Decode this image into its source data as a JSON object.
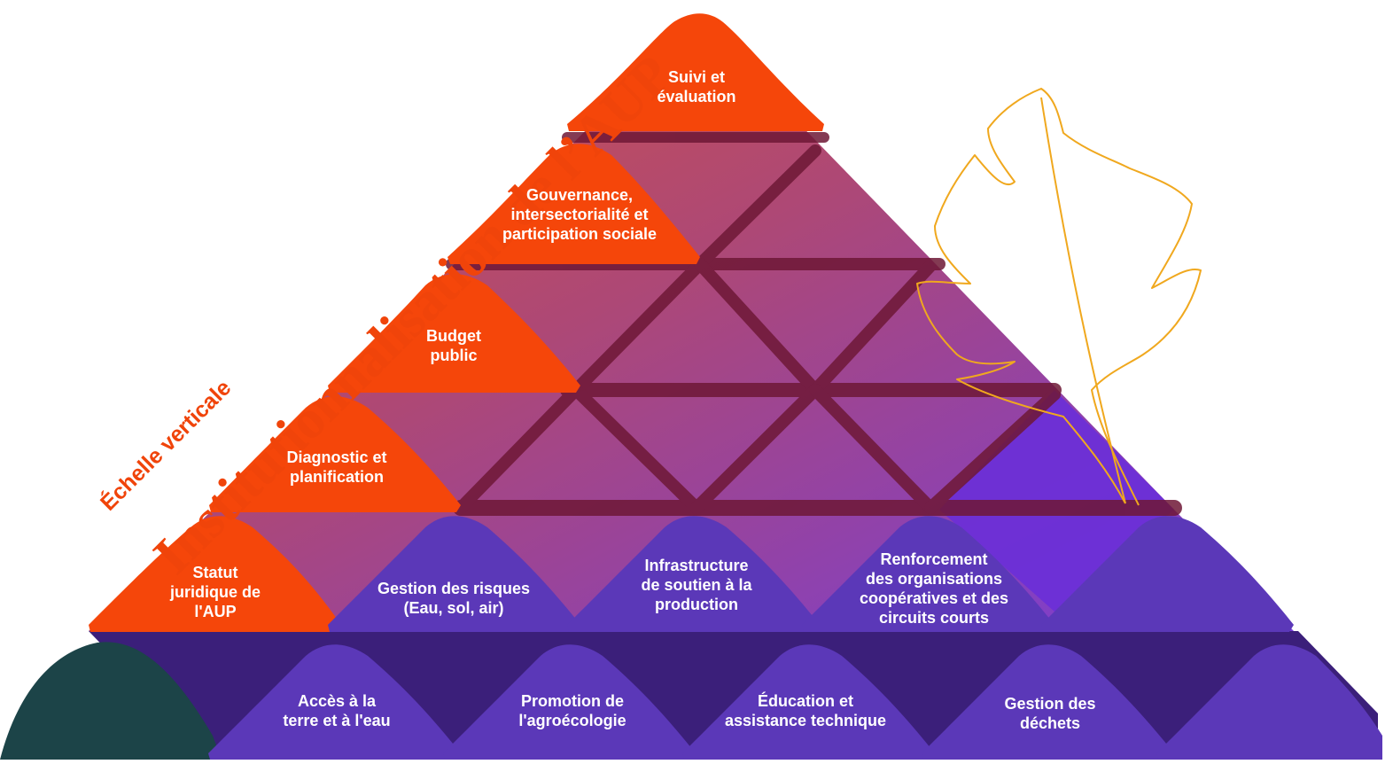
{
  "titles": {
    "main": "Institutionnalisation de l’AUP",
    "sub": "Échelle verticale"
  },
  "colors": {
    "orange": "#f5460a",
    "purple": "#5b38b8",
    "violet_bright": "#6a2fd8",
    "dark_purple": "#3b1f7a",
    "teal": "#1c4448",
    "leaf_outline": "#f0a81e"
  },
  "vertical_blocks": [
    {
      "id": "suivi",
      "label": "Suivi et\névaluation"
    },
    {
      "id": "gouvernance",
      "label": "Gouvernance,\nintersectorialité et\nparticipation sociale"
    },
    {
      "id": "budget",
      "label": "Budget\npublic"
    },
    {
      "id": "diagnostic",
      "label": "Diagnostic et\nplanification"
    },
    {
      "id": "statut",
      "label": "Statut\njuridique de\nl'AUP"
    }
  ],
  "middle_row": [
    {
      "id": "risques",
      "label": "Gestion des risques\n(Eau, sol, air)"
    },
    {
      "id": "infrastructure",
      "label": "Infrastructure\nde soutien à la\nproduction"
    },
    {
      "id": "renforcement",
      "label": "Renforcement\ndes organisations\ncoopératives et des\ncircuits courts"
    }
  ],
  "bottom_row": [
    {
      "id": "acces",
      "label": "Accès à la\nterre et à l'eau"
    },
    {
      "id": "promotion",
      "label": "Promotion de\nl'agroécologie"
    },
    {
      "id": "education",
      "label": "Éducation et\nassistance technique"
    },
    {
      "id": "dechets",
      "label": "Gestion des\ndéchets"
    }
  ]
}
